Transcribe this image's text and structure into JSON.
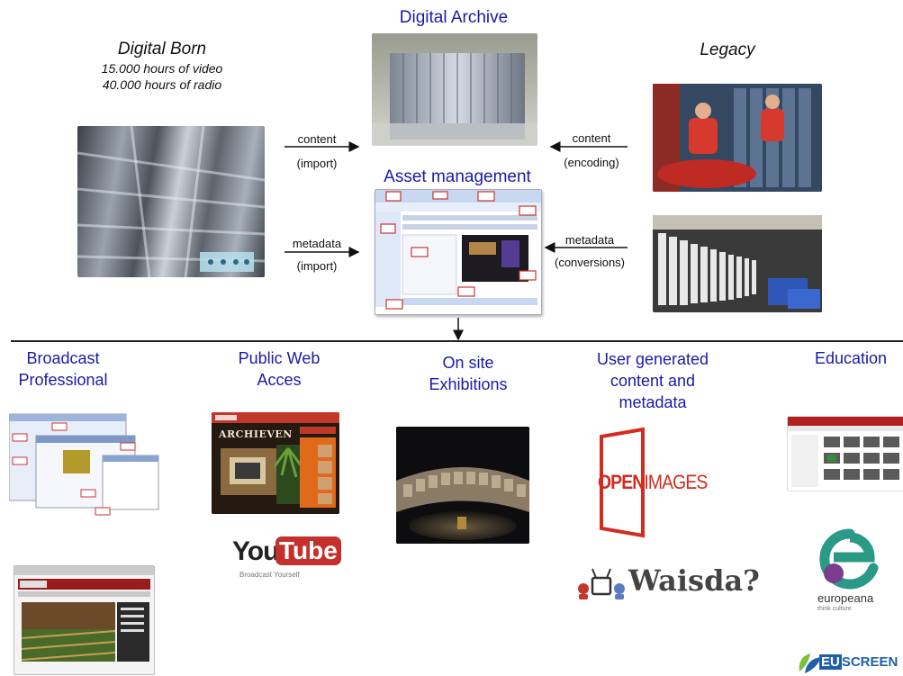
{
  "top": {
    "digital_born": {
      "title": "Digital Born",
      "line1": "15.000 hours of video",
      "line2": "40.000 hours of radio"
    },
    "digital_archive": {
      "title": "Digital Archive"
    },
    "legacy": {
      "title": "Legacy"
    },
    "asset_management": {
      "title": "Asset management"
    }
  },
  "arrows": {
    "left_content": {
      "label": "content",
      "sub": "(import)"
    },
    "left_metadata": {
      "label": "metadata",
      "sub": "(import)"
    },
    "right_content": {
      "label": "content",
      "sub": "(encoding)"
    },
    "right_metadata": {
      "label": "metadata",
      "sub": "(conversions)"
    }
  },
  "categories": [
    {
      "line1": "Broadcast",
      "line2": "Professional",
      "line3": ""
    },
    {
      "line1": "Public Web",
      "line2": "Acces",
      "line3": ""
    },
    {
      "line1": "On site",
      "line2": "Exhibitions",
      "line3": ""
    },
    {
      "line1": "User generated",
      "line2": "content and",
      "line3": "metadata"
    },
    {
      "line1": "Education",
      "line2": "",
      "line3": ""
    }
  ],
  "logos": {
    "archieven": "ARCHIEVEN",
    "youtube_you": "You",
    "youtube_tube": "Tube",
    "youtube_tagline": "Broadcast Yourself",
    "openimages_open": "OPEN",
    "openimages_images": "IMAGES",
    "waisda": "Waisda?",
    "europeana": "europeana",
    "europeana_tag": "think culture",
    "euscreen_eu": "EU",
    "euscreen_screen": "SCREEN"
  },
  "colors": {
    "heading_blue": "#1a1aa8",
    "openimages_red": "#d52b1e",
    "youtube_red": "#c4302b",
    "europeana_teal": "#2a9a86",
    "europeana_purple": "#7b3e8f",
    "euscreen_blue": "#1f5fa8"
  }
}
